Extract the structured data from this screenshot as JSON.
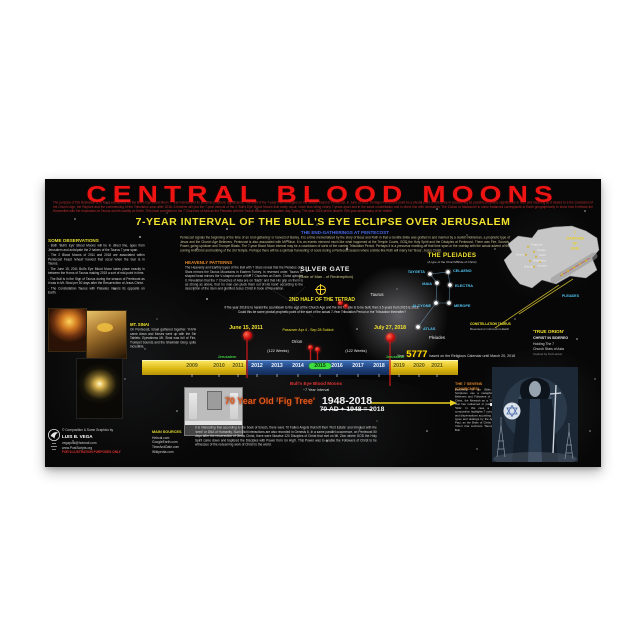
{
  "colors": {
    "accent_red": "#ef1414",
    "accent_yellow": "#f2e22e",
    "accent_blue": "#4668e8",
    "accent_green": "#3ec93e",
    "accent_cyan": "#52c4f2",
    "accent_orange": "#e0872c",
    "timeline_yellow": "#e5c424",
    "timeline_blue": "#24488c"
  },
  "poster": {
    "title": "CENTRAL BLOOD MOONS",
    "intro": "The purpose of this illustration is to focus exclusively on the Bull's Eye Blood Moon 7-Year interval and its possible prophetic significance. The start of the 7-year interval begins on the Jewish Feast of Pentecost, in June of 2011. Perhaps Pentecost could be a pivotal point of reference in considering its possible prophetic significance in time and meaning as it relates to a the conclusion of the Church Age, the Rapture and the commencing of the Tribulation soon after 2018. A timeline will plot the 7-year interval of the 2 'Bull's Eye' Blood Moons that rarely occur, much less being nearly 7-years apart and in the same constellation and in direct line with Jerusalem. The Zodiac or Mazzaroth in some instances corresponds to Earth geographically to show how it reflects the Heavenlies with the emphases on Taurus and its locality on Earth. This local correlates to the 7 Churches of Asia as the Pleiades with the Taurus Mountains in modern day Turkey. The year 2018 will be Israel's 70th year anniversary of its 'rebirth'.",
    "subtitle": "7-YEAR INTERVAL OF THE BULL'S EYE ECLIPSE OVER JERUSALEM",
    "pentecost": {
      "heading": "THE END-GATHERINGS AT PENTECOST",
      "body": "Pentecost signals the beginning of the time of an 'end-gathering' or harvest of Barley. It is a time memorialized by the story of Boaz and Ruth in that a Gentile Bride was grafted in and married by a Jewish Nobleman, a prophetic type of Jesus and the Church Age Believers. Pentecost is also associated with Mt. Sinai. It is an events mirrored much like what happened at the Temple Courts, GOD the Holy Spirit and the Disciples at Pentecost. There was Fire, Sounds, Power, going up/down and Trumpet Blasts. The 7-year Blood Moon interval may be a countdown of sorts of the coming Tribulation Period. Perhaps it is a precursor marking-off that time span or the overlap with the actual advent of the coming AntiChrist and building of the 3rd Temple. Perhaps there will be a spiritual 'harvesting' of souls during a Pentecost season where a Bride like Ruth will marry her 'Boaz', Jesus Christ."
    },
    "observations": {
      "heading": "SOME OBSERVATIONS",
      "items": [
        "- Both 'Bull's Eye' Blood Moons will be in direct line, apex from Jerusalem and anticipate the 2 halves of the Taurus 7 year span.",
        "- The 2 Blood Moons of 2011 and 2018 are associated within Pentecost Feast 'wheat' harvest that occur when the Sun is in Taurus.",
        "- The June 15, 2011 Bull's Eye Blood Moon takes place exactly in between the Horns of Taurus making 2015 a sort of mid-point in time.",
        "- The Bull is in the Sign of Taurus during the season of Pentecost as it was in Mt. Sinai per 50 days after the Resurrection of Jesus Christ.",
        "- The Constellation Taurus with Pleiades mirrors its opposite on Earth."
      ]
    },
    "heavenly": {
      "heading": "HEAVENLY PATTERNS",
      "body": "The Heavenly and Earthly types of the Bull with 7 Stars reveal that the Pleiades of 7 Stars mirrors the Taurus Mountains in Eastern Turkey. In reversed order, Taurus V-shaped head mirrors the V-shaped order of the 7 Churches on Earth. Christ upholds it. Revelation that the 7 Churches of Asia are on 'Earth' and that His grip on them is as strong as above, that 'no man can pluck them out of His hand' according to the description of the risen and glorified Jesus Christ in book of Revelation."
    },
    "silver_gate": {
      "heading": "SILVER GATE",
      "subheading": "(Gate of Man - of Redemption)",
      "taurus_label": "Taurus",
      "orion_label": "Orion"
    },
    "tetrad": {
      "heading": "2ND HALF OF THE TETRAD",
      "body": "If the year 2018 is to herald the countdown to the end of the Church Age and the 3rd Temple is to be built, then 3.5 years from 2015 is 2018. Could this be some pivotal prophetic point of the start of the actual 7-Year Tribulation Period or the Tribulation thereafter?",
      "date_left": "June 15, 2011",
      "date_middle": "Passover Apr 4 - Sep 28 Sukkot",
      "date_right": "July 27, 2018"
    },
    "year5777": {
      "prefix": "Year",
      "number": "5777",
      "suffix": "based on the Religious Calendar until March 20, 2018"
    },
    "timeline": {
      "years_pre": [
        "2009",
        "2010",
        "2011"
      ],
      "years_mid": [
        "2012",
        "2013",
        "2014",
        "2015",
        "2016",
        "2017",
        "2018"
      ],
      "years_post": [
        "2019",
        "2020",
        "2021"
      ],
      "weeks_left": "(122 Weeks)",
      "weeks_right": "(122 Weeks)",
      "jerusalem_left": "Jerusalem",
      "jerusalem_right": "Jerusalem"
    },
    "blood_moons": {
      "label": "Bull's Eye Blood Moons",
      "interval": "~7 Year Interval"
    },
    "fig_tree": {
      "label": "70 Year Old 'Fig Tree'",
      "range": "1948-2018",
      "equation": "70 AD + 1948 = 2018"
    },
    "mt_sinai": {
      "heading": "MT. SINAI",
      "body": "On Pentecost, Israel gathered together. YHVH came down and Moses went up with the Sin Tablets. Eyewitness Mt. Sinai was full of Fire, Trumpet Sounds and the Shekinah Glory, quite incredible."
    },
    "enoch_note": "It is interesting that according to the book of Enoch, there were 70 Fallen Angels that left their 'First Estate' and mingled with the 'seed' or DNA of Humanity. Such illicit interactions are also recorded in Genesis 6. In a same parallel occurrence, on Pentecost 50 days after the resurrection of Jesus Christ, there were likewise 120 Disciples of Christ that met on Mt. Zion where GOD the Holy Spirit came down and baptized the Disciples with Power from 'on High'. This Power was to enable the Followers of Christ to be witnesses of the redeeming work of Christ to the world.",
    "map": {
      "heading_lines": [
        "7",
        "CHURCHES",
        "OF",
        "ASIA"
      ],
      "cities": [
        "Pergamum",
        "Thyatira",
        "Smyrna",
        "Sardis",
        "Philadelphia",
        "Ephesus",
        "Laodicea"
      ],
      "pleiades_label": "PLEIADES"
    },
    "pleiades": {
      "heading": "THE PLEIADES",
      "subheading": "(A type of the Church/Bride of Christ)",
      "stars": [
        "TAYGETA",
        "CELAENO",
        "MAIA",
        "ELECTRA",
        "ALCYONE",
        "MEROPE",
        "ATLAS"
      ],
      "caption": "Pleiades",
      "note1": "CONSTELLATION TAURUS",
      "note2": "Reversed or mirrored on Earth"
    },
    "true_orion": {
      "heading": "'TRUE ORION'",
      "line1": "CHRIST IN SIDEREO",
      "line2": "Holding The 7",
      "line3": "Church Stars of Asia",
      "credit": "Inspired by Ted Larson"
    },
    "seven_sevens": {
      "heading": "THE 7 SEVENS (CHURCHES)",
      "body": "According to the Bible, the Scriptures use a metaphor for Believers and Followers of Jesus Christ, the Messiah as a 'Groom' that has redeemed or paid for a 'Wife'. In this case a 7-fold composition highlights 7 conditions and dispensations according to the types and dealings by the Apostle Paul, as the Bride of Christ being 'Orion' that confronts 'Taurus' the Bull."
    },
    "credits": {
      "line1": "© Composition & Some Graphics by",
      "author": "LUIS B. VEGA",
      "email": "vegapost@hotmail.com",
      "website": "www.PostScripts.org",
      "disclaimer": "FOR ILLUSTRATION PURPOSES ONLY"
    },
    "sources": {
      "heading": "MAIN SOURCES",
      "items": [
        "Hebcal.com",
        "GoogleEarth.com",
        "TimeAndDate.com",
        "Wikipedia.com"
      ]
    }
  }
}
